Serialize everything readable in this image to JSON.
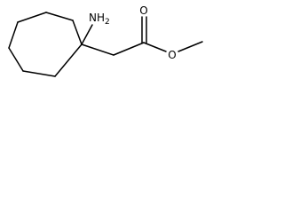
{
  "molecule": {
    "atoms": {
      "amine": "NH",
      "amine_h_count": "2",
      "carbonyl_oxygen": "O",
      "ester_oxygen": "O"
    },
    "colors": {
      "bond": "#000000",
      "label": "#000000",
      "background": "#ffffff"
    }
  }
}
